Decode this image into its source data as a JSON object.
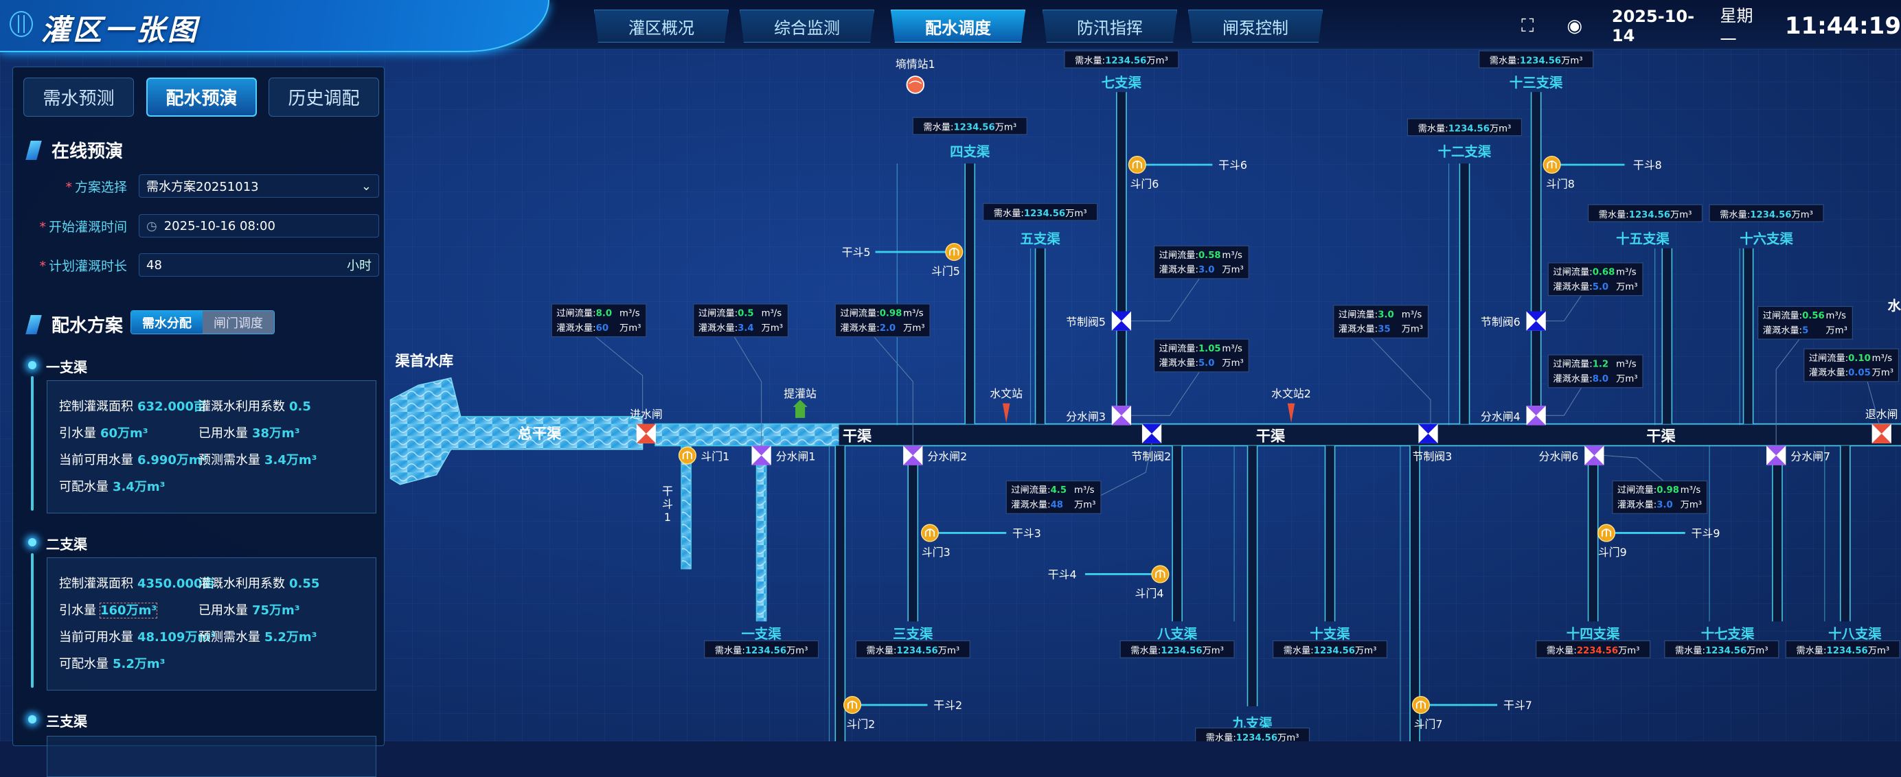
{
  "header": {
    "title": "灌区一张图",
    "nav": [
      {
        "label": "灌区概况",
        "active": false
      },
      {
        "label": "综合监测",
        "active": false
      },
      {
        "label": "配水调度",
        "active": true
      },
      {
        "label": "防汛指挥",
        "active": false
      },
      {
        "label": "闸泵控制",
        "active": false
      }
    ],
    "icons": [
      "fullscreen-icon",
      "eye-icon"
    ],
    "date": "2025-10-14",
    "weekday": "星期一",
    "time": "11:44:19"
  },
  "panel": {
    "tabs": [
      {
        "label": "需水预测",
        "active": false
      },
      {
        "label": "配水预演",
        "active": true
      },
      {
        "label": "历史调配",
        "active": false
      }
    ],
    "online": {
      "title": "在线预演",
      "fields": [
        {
          "label": "方案选择",
          "value": "需水方案20251013",
          "type": "select"
        },
        {
          "label": "开始灌溉时间",
          "value": "2025-10-16 08:00",
          "type": "datetime"
        },
        {
          "label": "计划灌溉时长",
          "value": "48",
          "suffix": "小时",
          "type": "number"
        }
      ]
    },
    "plan": {
      "title": "配水方案",
      "toggle": [
        {
          "label": "需水分配",
          "active": true
        },
        {
          "label": "闸门调度",
          "active": false
        }
      ],
      "canals": [
        {
          "name": "一支渠",
          "area_label": "控制灌溉面积",
          "area": "632.000亩",
          "coef_label": "灌溉水利用系数",
          "coef": "0.5",
          "intake_label": "引水量",
          "intake": "60万m³",
          "used_label": "已用水量",
          "used": "38万m³",
          "avail_label": "当前可用水量",
          "avail": "6.990万m³",
          "forecast_label": "预测需水量",
          "forecast": "3.4万m³",
          "alloc_label": "可配水量",
          "alloc": "3.4万m³"
        },
        {
          "name": "二支渠",
          "area_label": "控制灌溉面积",
          "area": "4350.000亩",
          "coef_label": "灌溉水利用系数",
          "coef": "0.55",
          "intake_label": "引水量",
          "intake": "160万m³",
          "used_label": "已用水量",
          "used": "75万m³",
          "avail_label": "当前可用水量",
          "avail": "48.109万m³",
          "forecast_label": "预测需水量",
          "forecast": "5.2万m³",
          "alloc_label": "可配水量",
          "alloc": "5.2万m³"
        },
        {
          "name": "三支渠"
        }
      ]
    }
  },
  "map": {
    "labels": {
      "reservoir": "渠首水库",
      "total_canal": "总干渠",
      "main_canal": "干渠",
      "edge_cut": "水"
    },
    "units": {
      "demand_prefix": "需水量:",
      "demand_unit": "万m³",
      "flow_prefix": "过闸流量:",
      "flow_unit": "m³/s",
      "vol_prefix": "灌溉水量:",
      "vol_unit": "万m³"
    },
    "colors": {
      "flow": "#2ee66b",
      "volume": "#2f7cf0",
      "demand": "#3ed6ec",
      "alert": "#ff4a2a",
      "control_valve": "#1414e0",
      "diversion_gate": "#9a55f0",
      "inlet_gate": "#e8503a",
      "turnout": "#f0a81c"
    },
    "branches": [
      {
        "name": "四支渠",
        "demand": "1234.56"
      },
      {
        "name": "五支渠",
        "demand": "1234.56"
      },
      {
        "name": "七支渠",
        "demand": "1234.56"
      },
      {
        "name": "十二支渠",
        "demand": "1234.56"
      },
      {
        "name": "十三支渠",
        "demand": "1234.56"
      },
      {
        "name": "十五支渠",
        "demand": "1234.56"
      },
      {
        "name": "十六支渠",
        "demand": "1234.56"
      },
      {
        "name": "一支渠",
        "demand": "1234.56"
      },
      {
        "name": "三支渠",
        "demand": "1234.56"
      },
      {
        "name": "八支渠",
        "demand": "1234.56"
      },
      {
        "name": "九支渠",
        "demand": "1234.56"
      },
      {
        "name": "十支渠",
        "demand": "1234.56"
      },
      {
        "name": "十四支渠",
        "demand": "2234.56",
        "alert": true
      },
      {
        "name": "十七支渠",
        "demand": "1234.56"
      },
      {
        "name": "十八支渠",
        "demand": "1234.56"
      }
    ],
    "gates": [
      {
        "name": "进水闸",
        "type": "inlet_gate"
      },
      {
        "name": "分水闸1",
        "type": "diversion_gate"
      },
      {
        "name": "分水闸2",
        "type": "diversion_gate"
      },
      {
        "name": "分水闸3",
        "type": "diversion_gate"
      },
      {
        "name": "节制阀5",
        "type": "control_valve"
      },
      {
        "name": "节制阀2",
        "type": "control_valve"
      },
      {
        "name": "节制阀3",
        "type": "control_valve"
      },
      {
        "name": "分水闸4",
        "type": "diversion_gate"
      },
      {
        "name": "节制阀6",
        "type": "control_valve"
      },
      {
        "name": "分水闸6",
        "type": "diversion_gate"
      },
      {
        "name": "分水闸7",
        "type": "diversion_gate"
      },
      {
        "name": "退水闸",
        "type": "inlet_gate"
      }
    ],
    "turnouts": [
      {
        "gate": "斗门1",
        "lateral": "干斗1"
      },
      {
        "gate": "斗门5",
        "lateral": "干斗5"
      },
      {
        "gate": "斗门6",
        "lateral": "干斗6"
      },
      {
        "gate": "斗门8",
        "lateral": "干斗8"
      },
      {
        "gate": "斗门3",
        "lateral": "干斗3"
      },
      {
        "gate": "斗门4",
        "lateral": "干斗4"
      },
      {
        "gate": "斗门9",
        "lateral": "干斗9"
      },
      {
        "gate": "斗门2",
        "lateral": "干斗2"
      },
      {
        "gate": "斗门7",
        "lateral": "干斗7"
      }
    ],
    "flow_boxes": [
      {
        "flow": "8.0",
        "volume": "60"
      },
      {
        "flow": "0.5",
        "volume": "3.4"
      },
      {
        "flow": "0.98",
        "volume": "2.0"
      },
      {
        "flow": "0.58",
        "volume": "3.0"
      },
      {
        "flow": "1.05",
        "volume": "5.0"
      },
      {
        "flow": "3.0",
        "volume": "35"
      },
      {
        "flow": "0.68",
        "volume": "5.0"
      },
      {
        "flow": "1.2",
        "volume": "8.0"
      },
      {
        "flow": "0.56",
        "volume": "5"
      },
      {
        "flow": "0.10",
        "volume": "0.05"
      },
      {
        "flow": "4.5",
        "volume": "48"
      },
      {
        "flow": "0.98",
        "volume": "3.0"
      }
    ],
    "stations": [
      {
        "name": "墒情站1",
        "type": "soil-moisture"
      },
      {
        "name": "水文站",
        "type": "hydrology"
      },
      {
        "name": "水文站2",
        "type": "hydrology"
      },
      {
        "name": "提灌站",
        "type": "pump"
      }
    ]
  }
}
